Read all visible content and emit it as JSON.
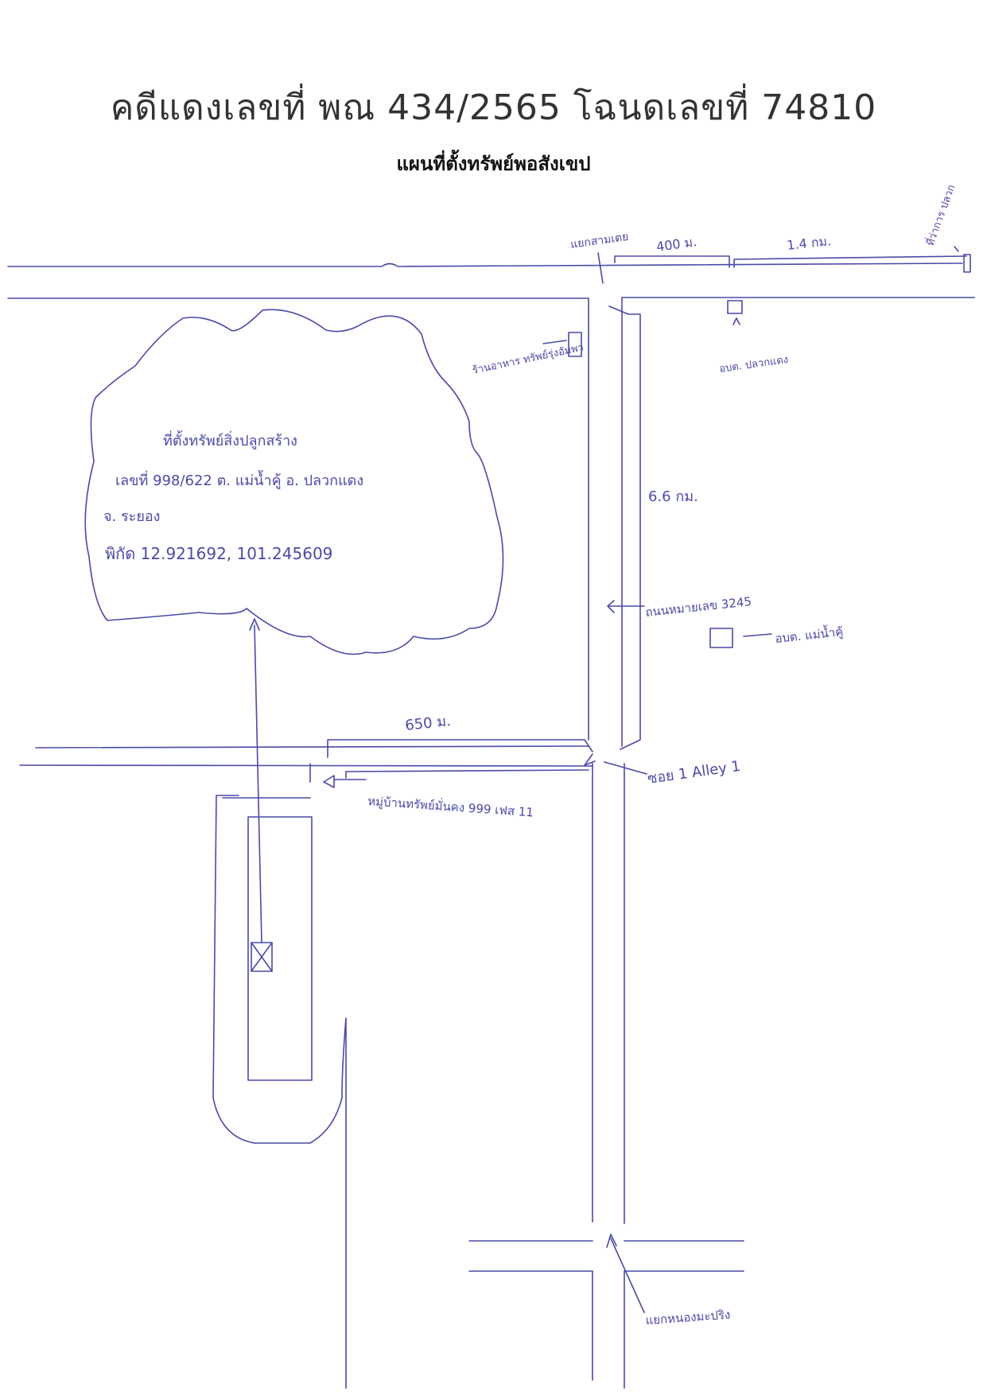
{
  "header": {
    "title": "คดีแดงเลขที่ พณ 434/2565 โฉนดเลขที่ 74810",
    "subtitle": "แผนที่ตั้งทรัพย์พอสังเขป"
  },
  "colors": {
    "ink": "#4a4aa8",
    "title": "#333333"
  },
  "map": {
    "labels": {
      "junction_top": "แยกสามเตย",
      "dist_400": "400 ม.",
      "dist_1_4": "1.4 กม.",
      "top_right": "ที่ว่าการ ปลวก",
      "shop_left": "ร้านอาหาร ทรัพย์รุ่งอัมพา",
      "office_top": "อบต. ปลวกแดง",
      "dist_6_6": "6.6 กม.",
      "road_3245": "ถนนหมายเลข 3245",
      "office_mid": "อบต. แม่น้ำคู้",
      "dist_650": "650 ม.",
      "alley": "ซอย 1 Alley 1",
      "village": "หมู่บ้านทรัพย์มั่นคง 999 เฟส 11",
      "junction_bottom": "แยกหนองมะปริง"
    },
    "callout": {
      "line1": "ที่ตั้งทรัพย์สิ่งปลูกสร้าง",
      "line2": "เลขที่ 998/622 ต. แม่น้ำคู้ อ. ปลวกแดง",
      "line3": "จ. ระยอง",
      "line4": "พิกัด 12.921692, 101.245609"
    }
  }
}
